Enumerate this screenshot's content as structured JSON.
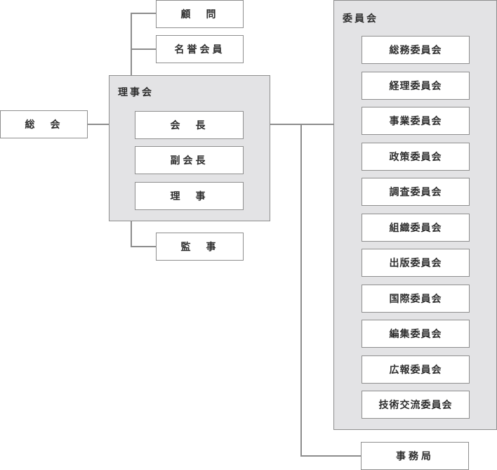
{
  "general_assembly": {
    "label": "総　会"
  },
  "advisor": {
    "label": "顧　問"
  },
  "honorary_member": {
    "label": "名誉会員"
  },
  "board": {
    "title": "理事会",
    "roles": [
      "会　長",
      "副会長",
      "理　事"
    ]
  },
  "auditor": {
    "label": "監　事"
  },
  "committees": {
    "title": "委員会",
    "items": [
      "総務委員会",
      "経理委員会",
      "事業委員会",
      "政策委員会",
      "調査委員会",
      "組織委員会",
      "出版委員会",
      "国際委員会",
      "編集委員会",
      "広報委員会",
      "技術交流委員会"
    ]
  },
  "secretariat": {
    "label": "事務局"
  },
  "colors": {
    "group_fill": "#e3e3e5",
    "box_fill": "#ffffff",
    "border": "#8e8e8e",
    "connector": "#8c8c8c",
    "text": "#2f2f2f"
  }
}
